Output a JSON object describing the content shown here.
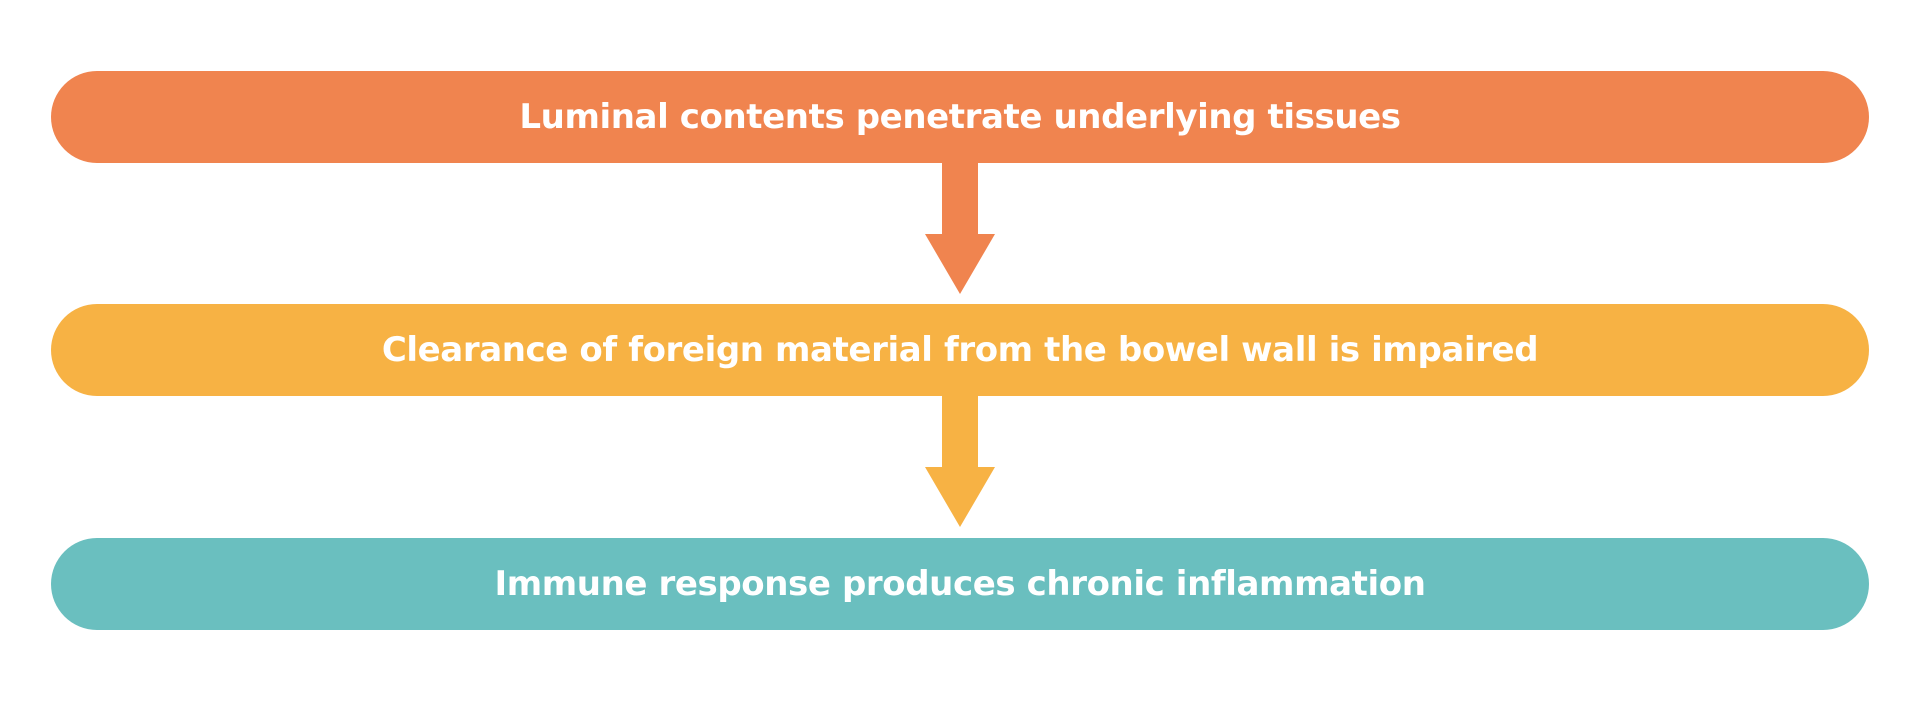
{
  "diagram": {
    "type": "vertical-flowchart",
    "steps": [
      {
        "label": "Luminal contents penetrate underlying tissues",
        "color": "#F0844F"
      },
      {
        "label": "Clearance of foreign material from the bowel wall is impaired",
        "color": "#F7B244"
      },
      {
        "label": "Immune response produces chronic inflammation",
        "color": "#6ABFBF"
      }
    ],
    "arrows": [
      {
        "from": 0,
        "to": 1,
        "icon": "arrow-down-icon",
        "color": "#F0844F"
      },
      {
        "from": 1,
        "to": 2,
        "icon": "arrow-down-icon",
        "color": "#F7B244"
      }
    ]
  }
}
